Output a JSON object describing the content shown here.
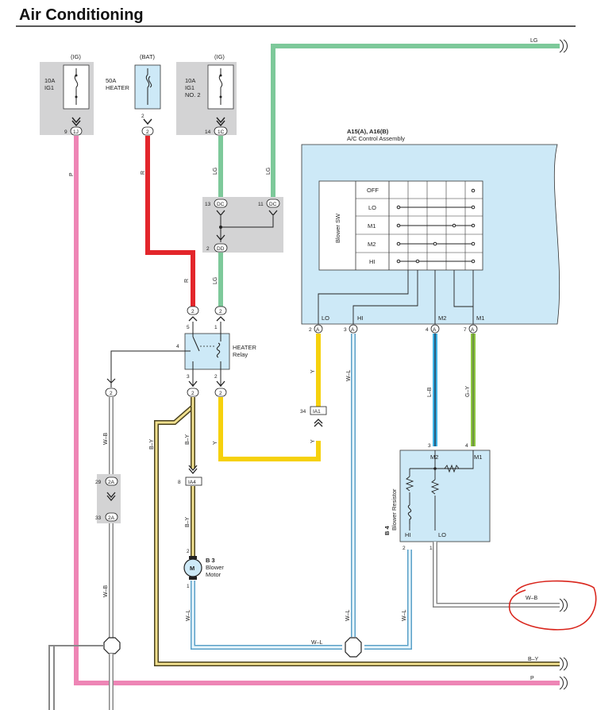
{
  "title": "Air Conditioning",
  "fuses": [
    {
      "supply": "(IG)",
      "name_l1": "10A",
      "name_l2": "IG1",
      "name_l3": "",
      "pin": "9",
      "conn": "1J"
    },
    {
      "supply": "(BAT)",
      "name_l1": "50A",
      "name_l2": "HEATER",
      "name_l3": "",
      "pin": "2",
      "conn": "2"
    },
    {
      "supply": "(IG)",
      "name_l1": "10A",
      "name_l2": "IG1",
      "name_l3": "NO. 2",
      "pin": "14",
      "conn": "1C"
    }
  ],
  "junction_dc": {
    "pin_left": "13",
    "conn_left": "DC",
    "pin_right": "11",
    "conn_right": "DC",
    "pin_bottom": "2",
    "conn_bottom": "DD"
  },
  "control_assembly": {
    "id": "A15(A), A16(B)",
    "name": "A/C Control Assembly",
    "switch_label": "Blower SW",
    "positions": [
      "OFF",
      "LO",
      "M1",
      "M2",
      "HI"
    ],
    "terminals": [
      {
        "pin": "2",
        "conn": "A",
        "label": "LO"
      },
      {
        "pin": "3",
        "conn": "A",
        "label": "HI"
      },
      {
        "pin": "4",
        "conn": "A",
        "label": "M2"
      },
      {
        "pin": "7",
        "conn": "A",
        "label": "M1"
      }
    ]
  },
  "relay": {
    "name_l1": "HEATER",
    "name_l2": "Relay",
    "pins": {
      "p5": "5",
      "p1": "1",
      "p4": "4",
      "p3": "3",
      "p2": "2"
    },
    "conn": "2"
  },
  "connectors": {
    "ia1_pin": "34",
    "ia1": "IA1",
    "ia4_pin": "8",
    "ia4": "IA4",
    "c2a_top_pin": "29",
    "c2a_top": "2A",
    "c2a_bot_pin": "33",
    "c2a_bot": "2A",
    "left_conn": "2"
  },
  "blower_motor": {
    "id": "B 3",
    "name_l1": "Blower",
    "name_l2": "Motor",
    "symbol": "M",
    "pin_top": "2",
    "pin_bottom": "1"
  },
  "blower_resistor": {
    "id": "B 4",
    "name": "Blower Resistor",
    "terminals_top": [
      {
        "pin": "3",
        "label": "M2"
      },
      {
        "pin": "4",
        "label": "M1"
      }
    ],
    "terminals_bottom": [
      {
        "pin": "2",
        "label": "HI"
      },
      {
        "pin": "1",
        "label": "LO"
      }
    ]
  },
  "wires": {
    "p": "P",
    "r_top": "R",
    "r_low": "R",
    "lg_top": "LG",
    "lg_left": "LG",
    "lg_mid": "LG",
    "lg_low": "LG",
    "y_relay": "Y",
    "y_ctrl": "Y",
    "y_ia1": "Y",
    "wl_ctrl": "W–L",
    "wl_motor": "W–L",
    "wl_bottom": "W–L",
    "wl_res": "W–L",
    "lb": "L–B",
    "gy": "G–Y",
    "wb_top": "W–B",
    "wb_low": "W–B",
    "wb_res": "W–B",
    "by_left": "B–Y",
    "by_mid": "B–Y",
    "by_low": "B–Y",
    "by_right": "B–Y",
    "p_right": "P"
  },
  "colors": {
    "pink": "#ee85b5",
    "red": "#e3262b",
    "green": "#7dc99a",
    "yellow": "#f6d10c",
    "blue": "#8fcfee",
    "cyan": "#3fb3e6",
    "lime": "#8cc63f",
    "gray_box": "#d3d3d4",
    "component": "#cde9f7",
    "annotation": "#d9251c"
  }
}
